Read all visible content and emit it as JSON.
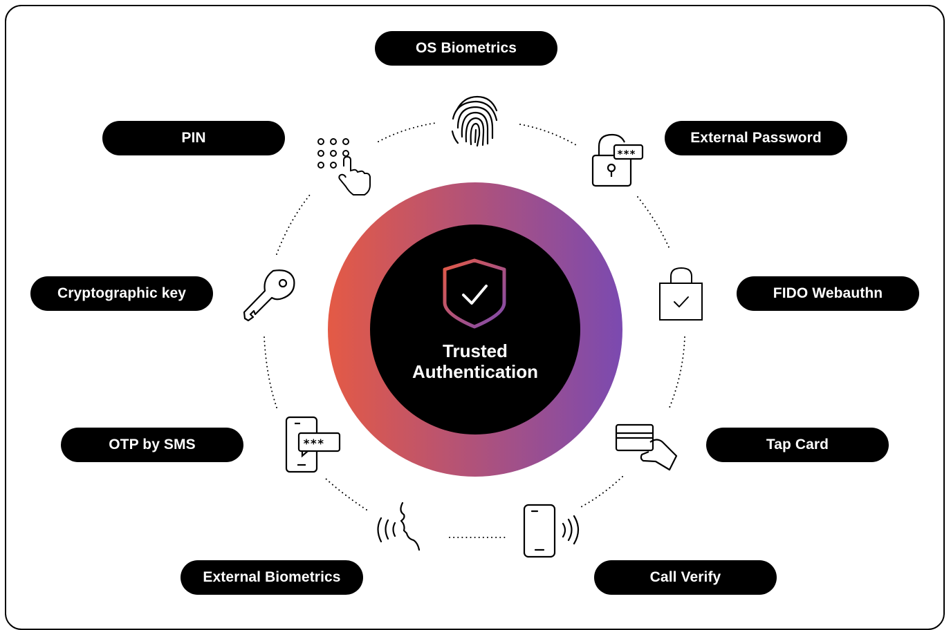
{
  "center": {
    "line1": "Trusted",
    "line2": "Authentication",
    "gradient_start": "#e45a45",
    "gradient_end": "#7b4ab0"
  },
  "methods": {
    "os_biometrics": {
      "label": "OS Biometrics",
      "icon": "fingerprint-icon"
    },
    "pin": {
      "label": "PIN",
      "icon": "keypad-touch-icon"
    },
    "external_password": {
      "label": "External Password",
      "icon": "padlock-password-icon"
    },
    "cryptographic_key": {
      "label": "Cryptographic key",
      "icon": "key-icon"
    },
    "fido_webauthn": {
      "label": "FIDO Webauthn",
      "icon": "lock-check-icon"
    },
    "otp_by_sms": {
      "label": "OTP by SMS",
      "icon": "phone-sms-icon"
    },
    "tap_card": {
      "label": "Tap Card",
      "icon": "card-tap-icon"
    },
    "external_biometrics": {
      "label": "External Biometrics",
      "icon": "voice-icon"
    },
    "call_verify": {
      "label": "Call Verify",
      "icon": "phone-vibrate-icon"
    }
  }
}
